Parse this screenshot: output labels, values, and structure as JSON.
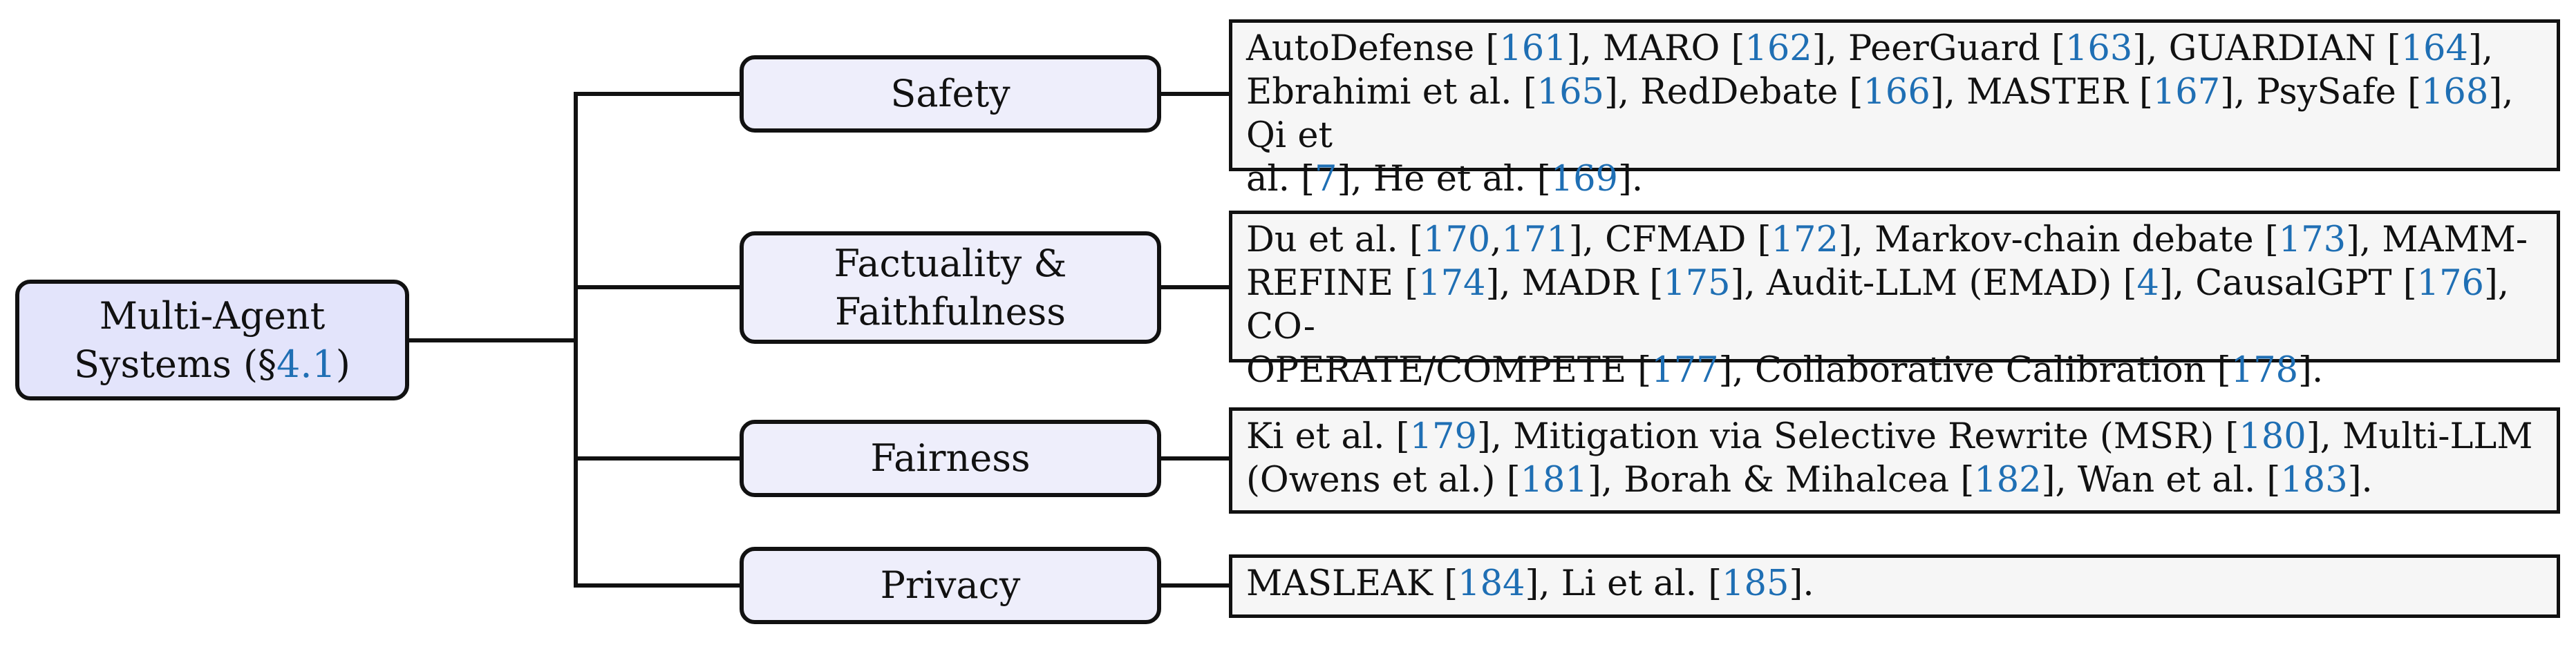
{
  "root": {
    "line1": "Multi-Agent",
    "line2_prefix": "Systems (§",
    "section_ref": "4.1",
    "line2_suffix": ")"
  },
  "categories": [
    {
      "label": "Safety"
    },
    {
      "line1": "Factuality &",
      "line2": "Faithfulness"
    },
    {
      "label": "Fairness"
    },
    {
      "label": "Privacy"
    }
  ],
  "references": [
    {
      "segments": [
        {
          "t": "AutoDefense ["
        },
        {
          "r": "161"
        },
        {
          "t": "], MARO ["
        },
        {
          "r": "162"
        },
        {
          "t": "], PeerGuard ["
        },
        {
          "r": "163"
        },
        {
          "t": "], GUARDIAN ["
        },
        {
          "r": "164"
        },
        {
          "t": "],"
        },
        {
          "br": true
        },
        {
          "t": "Ebrahimi et al. ["
        },
        {
          "r": "165"
        },
        {
          "t": "], RedDebate ["
        },
        {
          "r": "166"
        },
        {
          "t": "], MASTER ["
        },
        {
          "r": "167"
        },
        {
          "t": "], PsySafe ["
        },
        {
          "r": "168"
        },
        {
          "t": "], Qi et"
        },
        {
          "br": true
        },
        {
          "t": "al. ["
        },
        {
          "r": "7"
        },
        {
          "t": "], He et al. ["
        },
        {
          "r": "169"
        },
        {
          "t": "]."
        }
      ]
    },
    {
      "segments": [
        {
          "t": "Du et al. ["
        },
        {
          "r": "170"
        },
        {
          "t": ","
        },
        {
          "r": "171"
        },
        {
          "t": "], CFMAD ["
        },
        {
          "r": "172"
        },
        {
          "t": "], Markov-chain debate ["
        },
        {
          "r": "173"
        },
        {
          "t": "], MAMM-"
        },
        {
          "br": true
        },
        {
          "t": "REFINE ["
        },
        {
          "r": "174"
        },
        {
          "t": "], MADR ["
        },
        {
          "r": "175"
        },
        {
          "t": "], Audit-LLM (EMAD) ["
        },
        {
          "r": "4"
        },
        {
          "t": "], CausalGPT ["
        },
        {
          "r": "176"
        },
        {
          "t": "], CO-"
        },
        {
          "br": true
        },
        {
          "t": "OPERATE/COMPETE ["
        },
        {
          "r": "177"
        },
        {
          "t": "], Collaborative Calibration ["
        },
        {
          "r": "178"
        },
        {
          "t": "]."
        }
      ]
    },
    {
      "segments": [
        {
          "t": "Ki et al. ["
        },
        {
          "r": "179"
        },
        {
          "t": "], Mitigation via Selective Rewrite (MSR) ["
        },
        {
          "r": "180"
        },
        {
          "t": "], Multi-LLM"
        },
        {
          "br": true
        },
        {
          "t": "(Owens et al.) ["
        },
        {
          "r": "181"
        },
        {
          "t": "], Borah & Mihalcea ["
        },
        {
          "r": "182"
        },
        {
          "t": "], Wan et al. ["
        },
        {
          "r": "183"
        },
        {
          "t": "]."
        }
      ]
    },
    {
      "segments": [
        {
          "t": "MASLEAK ["
        },
        {
          "r": "184"
        },
        {
          "t": "], Li et al. ["
        },
        {
          "r": "185"
        },
        {
          "t": "]."
        }
      ]
    }
  ],
  "colors": {
    "root_fill": "#e3e4fb",
    "category_fill": "#eeeefb",
    "reference_box_fill": "#f6f6f6",
    "citation_link": "#1f6fb4"
  }
}
